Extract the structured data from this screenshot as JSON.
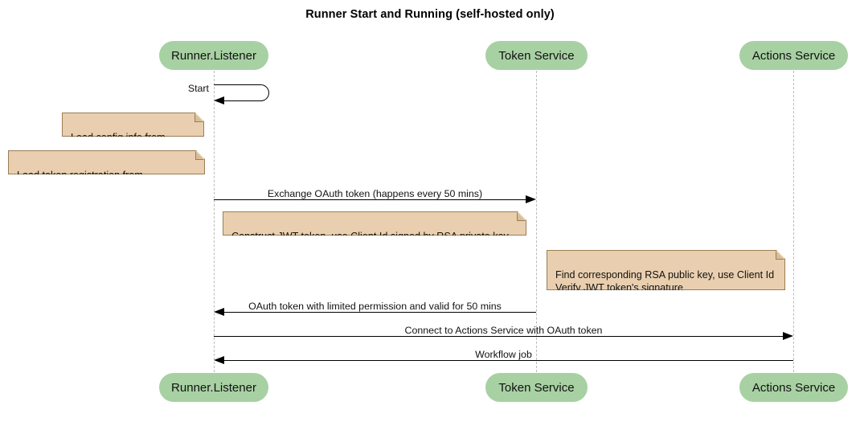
{
  "diagram": {
    "type": "sequence-diagram",
    "title": "Runner Start and Running (self-hosted only)",
    "colors": {
      "participant_fill": "#a8d1a3",
      "note_fill": "#e9cfaf",
      "note_border": "#9b7d55",
      "lifeline": "#b9bbb9",
      "message": "#000000",
      "background": "#ffffff"
    },
    "participants": [
      {
        "id": "runner",
        "label": "Runner.Listener"
      },
      {
        "id": "token",
        "label": "Token Service"
      },
      {
        "id": "actions",
        "label": "Actions Service"
      }
    ],
    "messages": [
      {
        "id": "m1",
        "label": "Start",
        "from": "runner",
        "to": "runner",
        "kind": "self",
        "arrow": "filled"
      },
      {
        "id": "m2",
        "label": "Exchange OAuth token (happens every 50 mins)",
        "from": "runner",
        "to": "token",
        "kind": "sync",
        "arrow": "filled",
        "direction": "right"
      },
      {
        "id": "m3",
        "label": "OAuth token with limited permission and valid for 50 mins",
        "from": "token",
        "to": "runner",
        "kind": "return",
        "arrow": "filled",
        "direction": "left"
      },
      {
        "id": "m4",
        "label": "Connect to Actions Service with OAuth token",
        "from": "runner",
        "to": "actions",
        "kind": "sync",
        "arrow": "filled",
        "direction": "right"
      },
      {
        "id": "m5",
        "label": "Workflow job",
        "from": "actions",
        "to": "runner",
        "kind": "return",
        "arrow": "filled",
        "direction": "left"
      }
    ],
    "notes": [
      {
        "id": "n1",
        "text": "Load config info from .runner",
        "attached_to": "runner",
        "placement": "left"
      },
      {
        "id": "n2",
        "text": "Load token registration from .credentials",
        "attached_to": "runner",
        "placement": "left"
      },
      {
        "id": "n3",
        "text": "Construct JWT token, use Client Id signed by RSA private key",
        "attached_to": "runner",
        "placement": "right"
      },
      {
        "id": "n4",
        "text": "Find corresponding RSA public key, use Client Id\nVerify JWT token's signature",
        "attached_to": "token",
        "placement": "right"
      }
    ]
  }
}
